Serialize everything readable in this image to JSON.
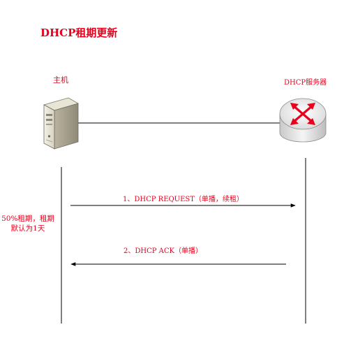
{
  "title": "DHCP租期更新",
  "nodes": {
    "host": {
      "label": "主机",
      "icon": "server-tower-icon"
    },
    "server": {
      "label": "DHCP服务器",
      "icon": "router-icon"
    }
  },
  "messages": [
    {
      "label": "1、DHCP REQUEST（单播，续租）",
      "direction": "host-to-server"
    },
    {
      "label": "2、DHCP ACK（单播）",
      "direction": "server-to-host"
    }
  ],
  "note": {
    "line1": "50%租期，租期",
    "line2": "默认为1天"
  },
  "colors": {
    "accent": "#e8001c",
    "line": "#000000",
    "router_blue": "#1f6fb0"
  }
}
